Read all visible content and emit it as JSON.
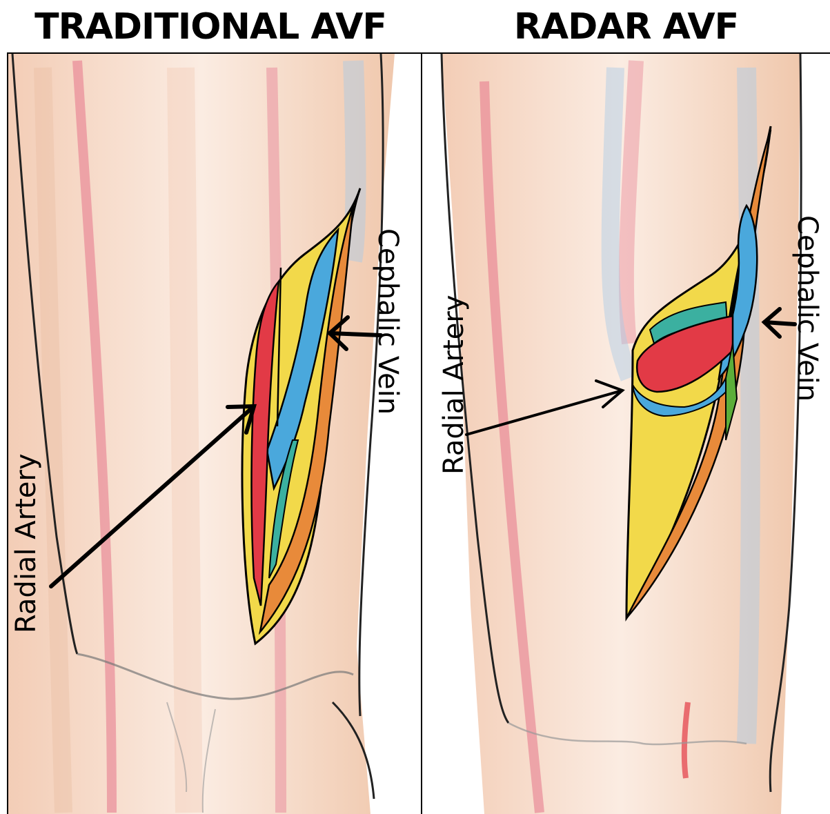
{
  "headings": {
    "left": "TRADITIONAL AVF",
    "right": "RADAR AVF"
  },
  "labels": {
    "left_artery": "Radial Artery",
    "left_vein": "Cephalic Vein",
    "right_artery": "Radial Artery",
    "right_vein": "Cephalic Vein"
  },
  "colors": {
    "skin": "#f6ddcc",
    "artery": "#e23a46",
    "vein": "#4aa8dc",
    "tissue_yellow": "#f2d94a",
    "tissue_orange": "#e88a3a",
    "teal": "#3bb0a0",
    "green": "#5cae3a",
    "outline": "#000000"
  }
}
